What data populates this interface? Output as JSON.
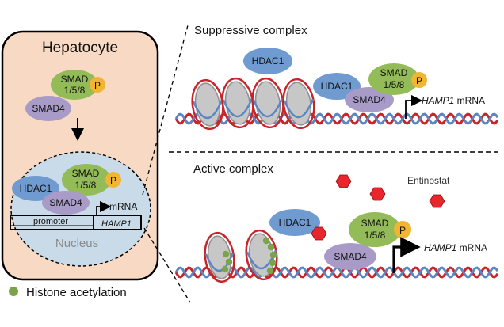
{
  "colors": {
    "cell_fill": "#f8d9c4",
    "nucleus_fill": "#c9dbe9",
    "smad_green": "#93bb57",
    "phospho_orange": "#f2b433",
    "smad4_purple": "#a99bc8",
    "hdac1_blue": "#6f9bd1",
    "dna_red": "#c8242c",
    "dna_blue": "#5b86c2",
    "nucleosome_grey": "#c7c7c7",
    "acetyl_green": "#7ba34a",
    "inhibitor_red": "#e8262b"
  },
  "cell": {
    "title": "Hepatocyte",
    "smad_label": "SMAD",
    "smad_sub": "1/5/8",
    "phospho": "P",
    "smad4": "SMAD4",
    "nucleus": {
      "hdac1": "HDAC1",
      "smad_label": "SMAD",
      "smad_sub": "1/5/8",
      "phospho": "P",
      "smad4": "SMAD4",
      "mrna": "mRNA",
      "promoter": "promoter",
      "gene": "HAMP1",
      "label": "Nucleus"
    }
  },
  "legend": {
    "acetylation_label": "Histone acetylation",
    "acetylation_icon": "green-dot"
  },
  "suppressive": {
    "title": "Suppressive complex",
    "hdac1_free": "HDAC1",
    "hdac1_bound": "HDAC1",
    "smad_label": "SMAD",
    "smad_sub": "1/5/8",
    "phospho": "P",
    "smad4": "SMAD4",
    "gene": "HAMP1",
    "mrna": " mRNA"
  },
  "active": {
    "title": "Active complex",
    "drug": "Entinostat",
    "hdac1": "HDAC1",
    "smad_label": "SMAD",
    "smad_sub": "1/5/8",
    "phospho": "P",
    "smad4": "SMAD4",
    "gene": "HAMP1",
    "mrna": " mRNA"
  }
}
